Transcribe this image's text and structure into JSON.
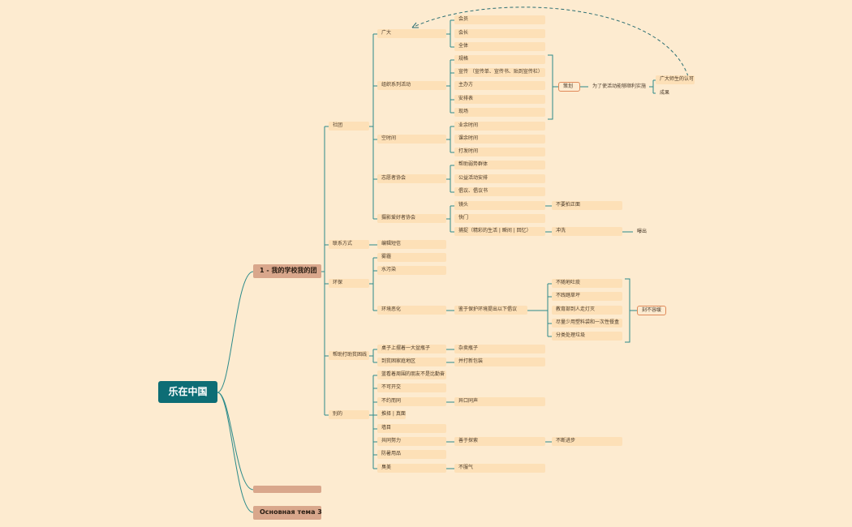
{
  "colors": {
    "background": "#fdebd0",
    "root": "#0d6d75",
    "main_topic": "#d9a78c",
    "leaf": "#fde0b7",
    "line": "#2b8a8a",
    "relation_line": "#2b6e72",
    "outline": "#e08a5a"
  },
  "root": "乐在中国",
  "main_topics": [
    "1 - 我的学校我的团",
    "",
    "Основная тема 3"
  ],
  "school": {
    "club": "社团",
    "guangda": "广大",
    "guangda_items": [
      "会员",
      "会长",
      "全体"
    ],
    "activities": "组织系列活动",
    "activity_items": [
      "规格",
      "宣传 （宣传单、宣传书、贴到宣传栏）",
      "主办方",
      "安排表",
      "现场"
    ],
    "plan": "策划",
    "purpose": "为了使活动能够顺利实施",
    "recognition": "广大师生的认可",
    "result": "成果",
    "free_time": "空时间",
    "free_time_items": [
      "业余时间",
      "课余时间",
      "打发时间"
    ],
    "volunteer": "志愿者协会",
    "volunteer_items": [
      "帮助弱势群体",
      "公益活动安排",
      "倡议、倡议书"
    ],
    "photo": "摄影爱好者协会",
    "lens": "镜头",
    "lens_note": "不要拍正面",
    "shutter": "快门",
    "capture": "捕捉（精彩的生活 | 瞬间 | 回忆）",
    "develop": "冲洗",
    "exposure": "曝出",
    "contact": "联系方式",
    "contact_item": "编辑短信",
    "environment": "环保",
    "env_items": [
      "雾霾",
      "水污染"
    ],
    "env_worse": "环境恶化",
    "env_proposal": "鉴于保护环境提出以下倡议",
    "proposal_items": [
      "不随地吐痰",
      "不践踏草坪",
      "教育部到人走灯灭",
      "尽量少用塑料袋和一次性餐盒",
      "分类处理垃圾"
    ],
    "no_delay": "刻不容缓",
    "help_poor": "帮助打助贫困线",
    "table_box": "桌子上摆着一大盆瓶子",
    "collect_bottles": "杂卖瓶子",
    "poor_students": "到贫困家庭地区",
    "pack_books": "并打新包装",
    "other": "别的",
    "other_items": [
      "蓝看着周围的朋友不是比勤奋",
      "不可开交",
      "不约而同",
      "推择 | 真面",
      "墙目",
      "共同努力",
      "防暑用品",
      "臭美"
    ],
    "breath": "异口同声",
    "good_at": "善于探索",
    "progress": "不断进步",
    "no_mind": "不服气"
  }
}
